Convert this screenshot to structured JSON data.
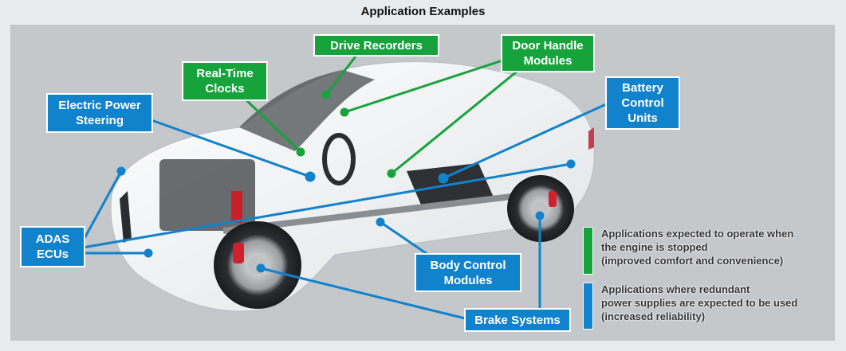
{
  "title": "Application Examples",
  "colors": {
    "green": "#16a33c",
    "blue": "#1182cc",
    "panel": "#c5c8cb",
    "background": "#e8ebee"
  },
  "labels": {
    "drive_recorders": {
      "text": "Drive Recorders",
      "category": "green"
    },
    "door_handle_modules": {
      "text": "Door Handle\nModules",
      "category": "green"
    },
    "real_time_clocks": {
      "text": "Real-Time\nClocks",
      "category": "green"
    },
    "electric_power_steering": {
      "text": "Electric Power\nSteering",
      "category": "blue"
    },
    "battery_control_units": {
      "text": "Battery\nControl\nUnits",
      "category": "blue"
    },
    "adas_ecus": {
      "text": "ADAS\nECUs",
      "category": "blue"
    },
    "body_control_modules": {
      "text": "Body Control\nModules",
      "category": "blue"
    },
    "brake_systems": {
      "text": "Brake Systems",
      "category": "blue"
    }
  },
  "legend": [
    {
      "color": "green",
      "text": "Applications expected to operate when\nthe engine is stopped\n(improved comfort and convenience)"
    },
    {
      "color": "blue",
      "text": "Applications where redundant\npower supplies are expected to be used\n(increased reliability)"
    }
  ],
  "image": {
    "subject": "cutaway-car-illustration"
  }
}
